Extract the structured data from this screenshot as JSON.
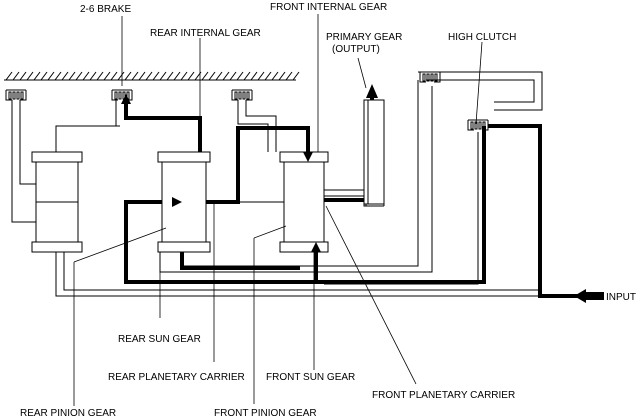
{
  "labels": {
    "brake_26": "2-6 BRAKE",
    "rear_internal_gear": "REAR INTERNAL GEAR",
    "front_internal_gear": "FRONT INTERNAL GEAR",
    "primary_gear_line1": "PRIMARY GEAR",
    "primary_gear_line2": "(OUTPUT)",
    "high_clutch": "HIGH CLUTCH",
    "input": "INPUT",
    "rear_sun_gear": "REAR SUN GEAR",
    "rear_planetary_carrier": "REAR PLANETARY CARRIER",
    "front_sun_gear": "FRONT SUN GEAR",
    "front_planetary_carrier": "FRONT PLANETARY CARRIER",
    "rear_pinion_gear": "REAR PINION GEAR",
    "front_pinion_gear": "FRONT PINION GEAR"
  }
}
